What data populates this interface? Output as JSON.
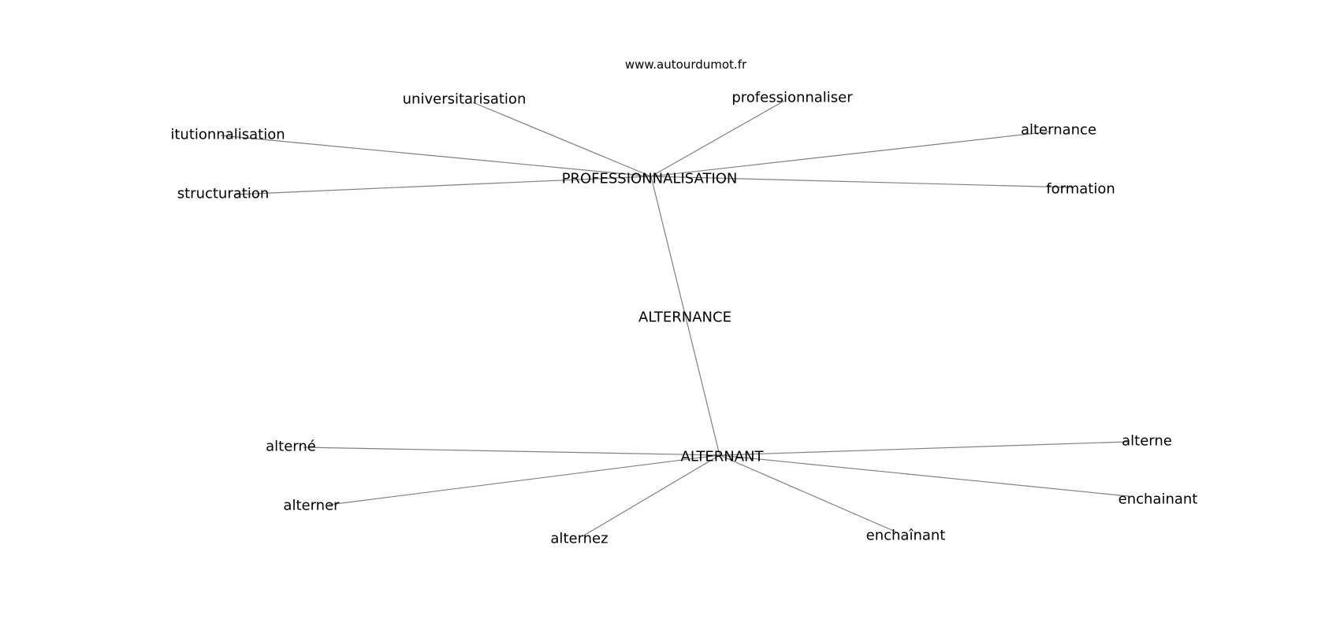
{
  "title": "www.autourdumot.fr",
  "edge_color": "#808080",
  "nodes": {
    "professionnalisation": "PROFESSIONNALISATION",
    "alternance_center": "ALTERNANCE",
    "alternant": "ALTERNANT",
    "universitarisation": "universitarisation",
    "professionnaliser": "professionnaliser",
    "institutionnalisation": "itutionnalisation",
    "structuration": "structuration",
    "alternance": "alternance",
    "formation": "formation",
    "alterne_accent": "alterné",
    "alterner": "alterner",
    "alternez": "alternez",
    "enchainant_circ": "enchaînant",
    "alterne": "alterne",
    "enchainant": "enchainant"
  },
  "edges": [
    [
      "professionnalisation",
      "universitarisation"
    ],
    [
      "professionnalisation",
      "professionnaliser"
    ],
    [
      "professionnalisation",
      "institutionnalisation"
    ],
    [
      "professionnalisation",
      "structuration"
    ],
    [
      "professionnalisation",
      "alternance"
    ],
    [
      "professionnalisation",
      "formation"
    ],
    [
      "professionnalisation",
      "alternant"
    ],
    [
      "alternant",
      "alterne_accent"
    ],
    [
      "alternant",
      "alterner"
    ],
    [
      "alternant",
      "alternez"
    ],
    [
      "alternant",
      "enchainant_circ"
    ],
    [
      "alternant",
      "alterne"
    ],
    [
      "alternant",
      "enchainant"
    ]
  ]
}
